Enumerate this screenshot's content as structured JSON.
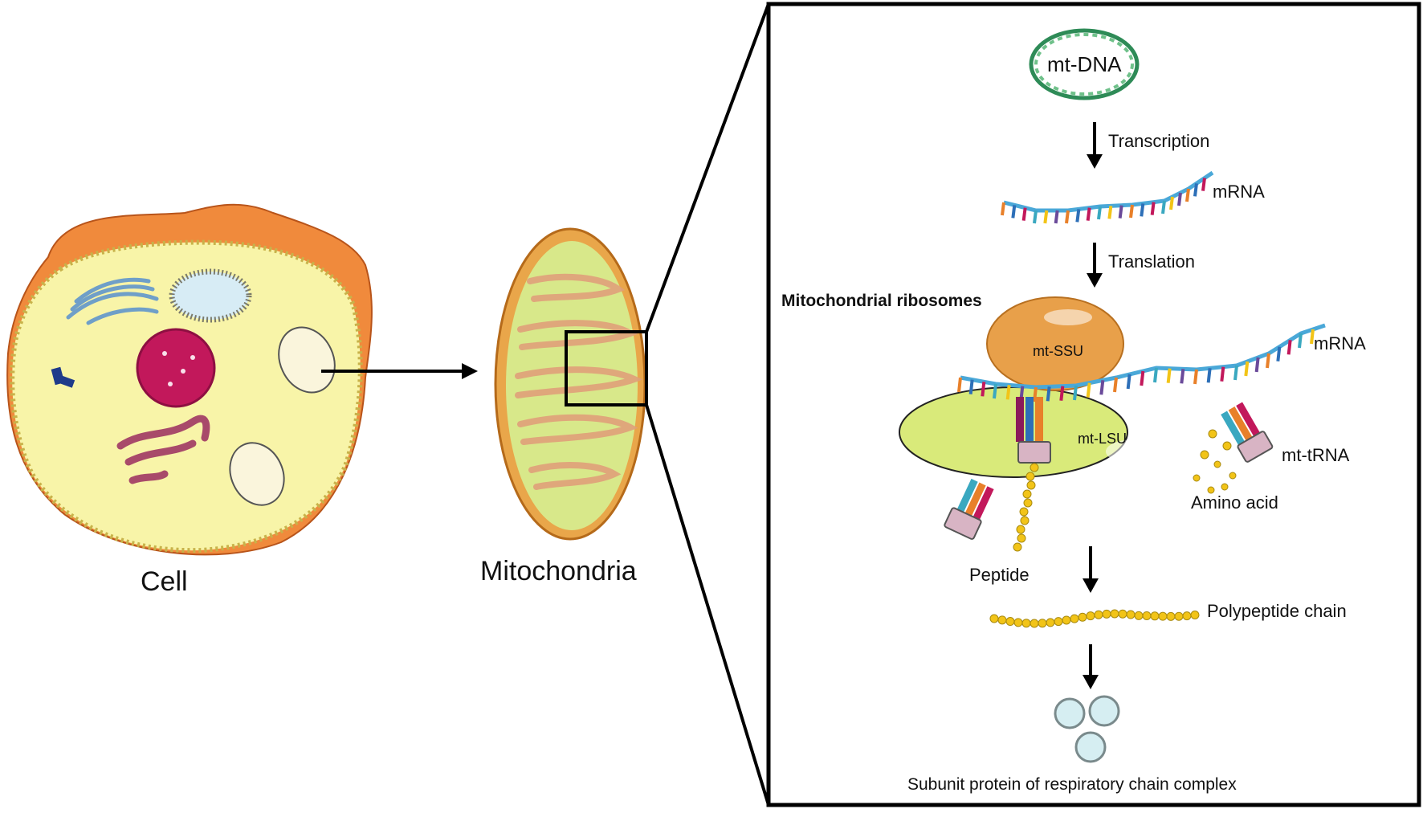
{
  "left_labels": {
    "cell": "Cell",
    "mitochondria": "Mitochondria"
  },
  "pathway": {
    "mtdna": "mt-DNA",
    "transcription": "Transcription",
    "mrna_1": "mRNA",
    "translation": "Translation",
    "ribosomes_title": "Mitochondrial ribosomes",
    "mt_ssu": "mt-SSU",
    "mrna_2": "mRNA",
    "mt_lsu": "mt-LSU",
    "mt_trna": "mt-tRNA",
    "amino_acid": "Amino acid",
    "peptide": "Peptide",
    "polypeptide_chain": "Polypeptide chain",
    "subunit_protein": "Subunit protein of respiratory chain complex"
  },
  "colors": {
    "cell_membrane": "#f08a3c",
    "cytoplasm": "#f8f4a8",
    "nucleus": "#c2185b",
    "mitochondria_outer": "#e9a64a",
    "mitochondria_inner": "#d8e88a",
    "ssu": "#e8a04a",
    "lsu": "#d9ea7a",
    "mrna_backbone": "#4aa8d8",
    "amino_acid": "#f2c418",
    "trna_body": "#d8b4c4",
    "protein": "#d6eef2"
  }
}
